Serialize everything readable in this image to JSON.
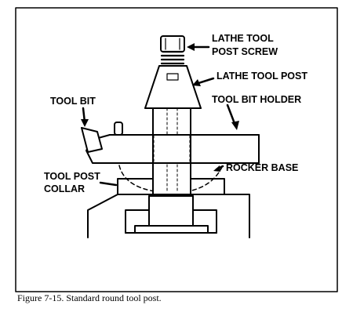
{
  "diagram": {
    "labels": {
      "lathe_tool_post_screw_line1": "LATHE TOOL",
      "lathe_tool_post_screw_line2": "POST SCREW",
      "lathe_tool_post": "LATHE TOOL POST",
      "tool_bit": "TOOL BIT",
      "tool_bit_holder": "TOOL BIT HOLDER",
      "rocker_base": "ROCKER BASE",
      "tool_post_collar_line1": "TOOL POST",
      "tool_post_collar_line2": "COLLAR"
    },
    "caption": "Figure 7-15.  Standard round tool post."
  }
}
